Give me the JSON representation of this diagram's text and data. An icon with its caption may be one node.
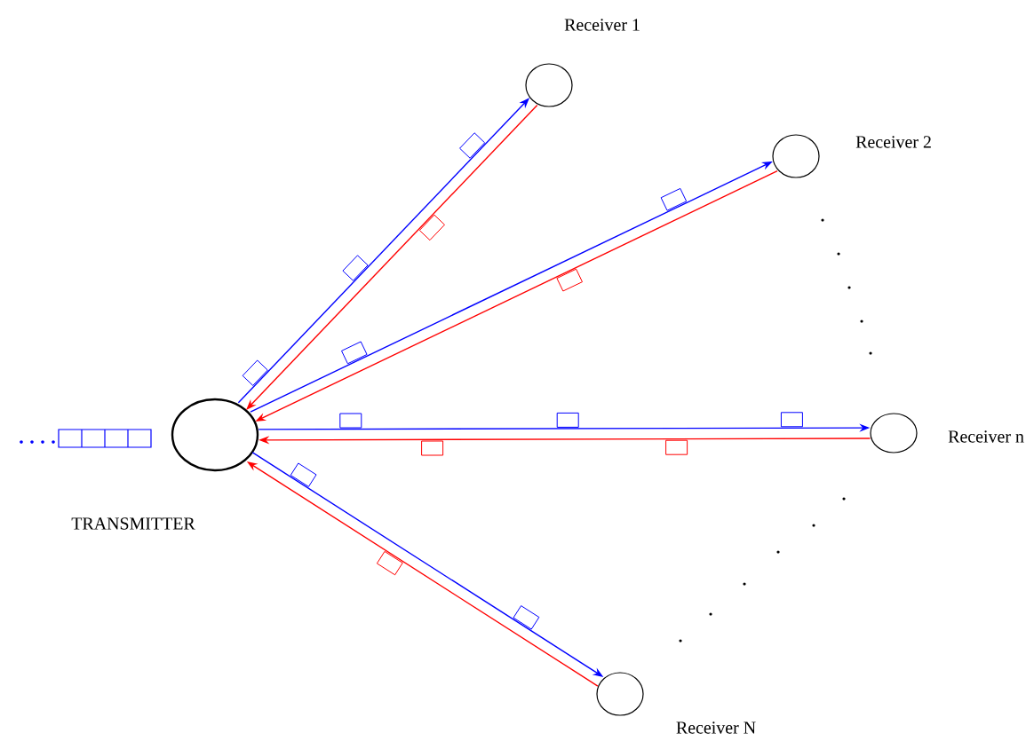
{
  "diagram": {
    "nodes": [
      {
        "text": [
          "TRANSMITTER"
        ]
      },
      {
        "text": [
          "Receiver 1"
        ]
      },
      {
        "text": [
          "Receiver 2"
        ]
      },
      {
        "text": [
          "Receiver n"
        ]
      },
      {
        "text": [
          "Receiver N"
        ]
      }
    ],
    "edges": [
      {
        "from": 0,
        "to": 1,
        "arrow": "to",
        "color": "#0000ff"
      },
      {
        "from": 1,
        "to": 0,
        "arrow": "to",
        "color": "#ff0000"
      },
      {
        "from": 0,
        "to": 2,
        "arrow": "to",
        "color": "#0000ff"
      },
      {
        "from": 2,
        "to": 0,
        "arrow": "to",
        "color": "#ff0000"
      },
      {
        "from": 0,
        "to": 3,
        "arrow": "to",
        "color": "#0000ff"
      },
      {
        "from": 3,
        "to": 0,
        "arrow": "to",
        "color": "#ff0000"
      },
      {
        "from": 0,
        "to": 4,
        "arrow": "to",
        "color": "#0000ff"
      },
      {
        "from": 4,
        "to": 0,
        "arrow": "to",
        "color": "#ff0000"
      }
    ]
  }
}
